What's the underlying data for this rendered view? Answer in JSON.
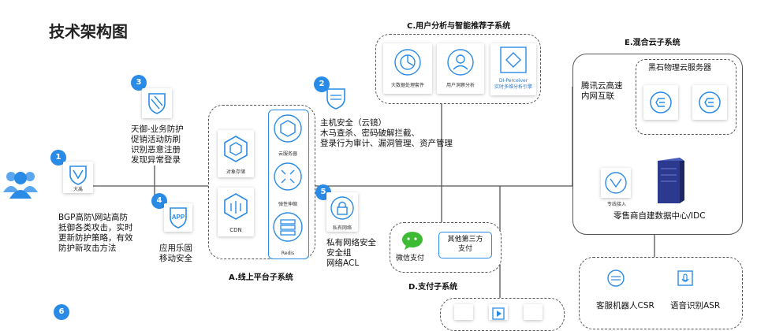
{
  "page": {
    "title": "技术架构图"
  },
  "colors": {
    "accent": "#2a8be6",
    "line": "#555555",
    "server": "#2b3a8f",
    "wechat": "#3dbb34"
  },
  "badges": [
    "1",
    "2",
    "3",
    "4",
    "5",
    "6"
  ],
  "users": {
    "icon": "users-group-icon"
  },
  "node1": {
    "icon_label": "大禹",
    "text": "BGP高防\\网站高防\n抵御各类攻击，实时\n更新防护策略，有效\n防护新攻击方法"
  },
  "node3": {
    "text": "天御-业务防护\n促销活动防刷\n识别恶意注册\n发现异常登录"
  },
  "node4": {
    "text": "应用乐固\n移动安全"
  },
  "node2": {
    "text": "主机安全（云镜）\n木马查杀、密码破解拦截、\n登录行为审计、漏洞管理、资产管理"
  },
  "node5": {
    "icon_label": "私有网络",
    "text": "私有网络安全\n安全组\n网络ACL"
  },
  "subA": {
    "label": "A.线上平台子系统",
    "items": [
      "对象存储",
      "CDN",
      "云服务器",
      "弹性伸缩",
      "Redis"
    ]
  },
  "subC": {
    "label": "C.用户分析与智能推荐子系统",
    "items": [
      "大数据处理套件",
      "用户洞察分析",
      "DI-Perceiver\n实时多维分析引擎"
    ]
  },
  "subD": {
    "label": "D.支付子系统",
    "wechat": "微信支付",
    "third": "其他第三方\n支付"
  },
  "subE": {
    "label": "E.混合云子系统",
    "blackstone": "黑石物理云服务器",
    "tencent_link": "腾讯云高速\n内网互联",
    "line_access": "专线接入",
    "idc": "零售商自建数据中心/IDC"
  },
  "bottom_right": {
    "csr": "客服机器人CSR",
    "asr": "语音识别ASR"
  }
}
